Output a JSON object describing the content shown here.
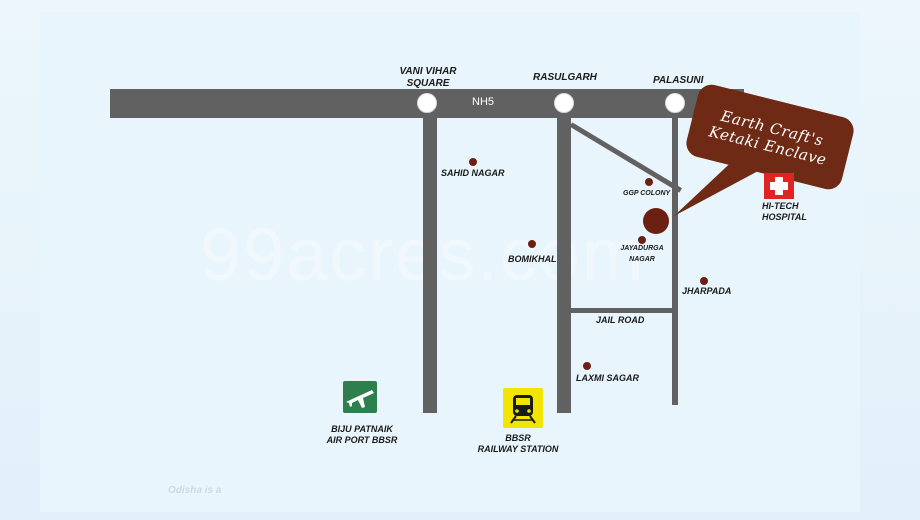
{
  "highway": {
    "name": "NH5"
  },
  "junctions": [
    {
      "id": "vani-vihar",
      "label": "VANI VIHAR\nSQUARE"
    },
    {
      "id": "rasulgarh",
      "label": "RASULGARH"
    },
    {
      "id": "palasuni",
      "label": "PALASUNI"
    }
  ],
  "places": {
    "sahid_nagar": "SAHID NAGAR",
    "bomikhal": "BOMIKHAL",
    "ggp_colony": "GGP COLONY",
    "jayadurga_nagar_1": "JAYADURGA",
    "jayadurga_nagar_2": "NAGAR",
    "jharpada": "JHARPADA",
    "jail_road": "JAIL ROAD",
    "laxmi_sagar": "LAXMI SAGAR"
  },
  "landmarks": {
    "hospital_1": "HI-TECH",
    "hospital_2": "HOSPITAL",
    "airport_1": "BIJU PATNAIK",
    "airport_2": "AIR PORT BBSR",
    "rail_1": "BBSR",
    "rail_2": "RAILWAY STATION"
  },
  "project": {
    "line1": "Earth Craft's",
    "line2": "Ketaki Enclave"
  },
  "watermark": "99acres.com",
  "faint_text": "Odisha is a",
  "icons": {
    "hospital": "hospital-cross-icon",
    "airport": "airplane-icon",
    "railway": "train-icon"
  },
  "colors": {
    "road": "#616161",
    "marker": "#6b2012",
    "callout": "#6f2a15",
    "hospital": "#e02424",
    "airport": "#2d7f4d",
    "railway": "#f2e600"
  }
}
